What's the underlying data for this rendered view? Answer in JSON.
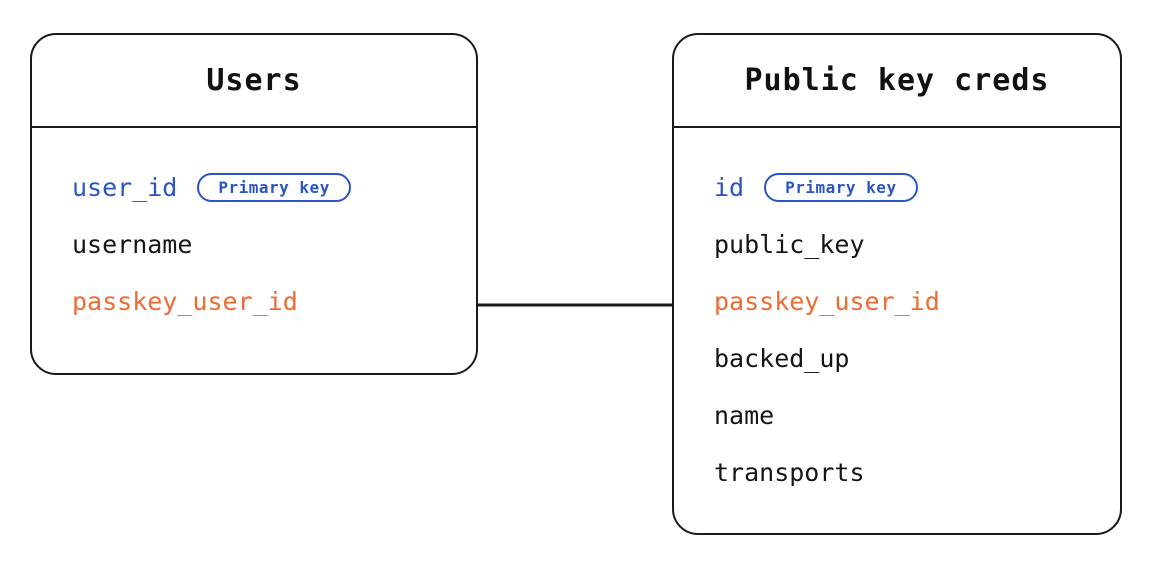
{
  "diagram": {
    "type": "entity-relationship-diagram",
    "background": "#ffffff",
    "colors": {
      "stroke": "#1a1a1a",
      "primary_key": "#2b55c4",
      "foreign_key": "#ed6b33",
      "text": "#151515"
    },
    "badge_label": "Primary key",
    "entities": [
      {
        "id": "users",
        "title": "Users",
        "fields": [
          {
            "name": "user_id",
            "role": "pk",
            "badge": "Primary key"
          },
          {
            "name": "username",
            "role": "plain",
            "badge": null
          },
          {
            "name": "passkey_user_id",
            "role": "fk",
            "badge": null
          }
        ]
      },
      {
        "id": "public-key-creds",
        "title": "Public key creds",
        "fields": [
          {
            "name": "id",
            "role": "pk",
            "badge": "Primary key"
          },
          {
            "name": "public_key",
            "role": "plain",
            "badge": null
          },
          {
            "name": "passkey_user_id",
            "role": "fk",
            "badge": null
          },
          {
            "name": "backed_up",
            "role": "plain",
            "badge": null
          },
          {
            "name": "name",
            "role": "plain",
            "badge": null
          },
          {
            "name": "transports",
            "role": "plain",
            "badge": null
          }
        ]
      }
    ],
    "relationships": [
      {
        "id": "users-to-public-key-creds",
        "from_entity": "users",
        "from_field": "passkey_user_id",
        "to_entity": "public-key-creds",
        "to_field": "passkey_user_id"
      }
    ]
  }
}
